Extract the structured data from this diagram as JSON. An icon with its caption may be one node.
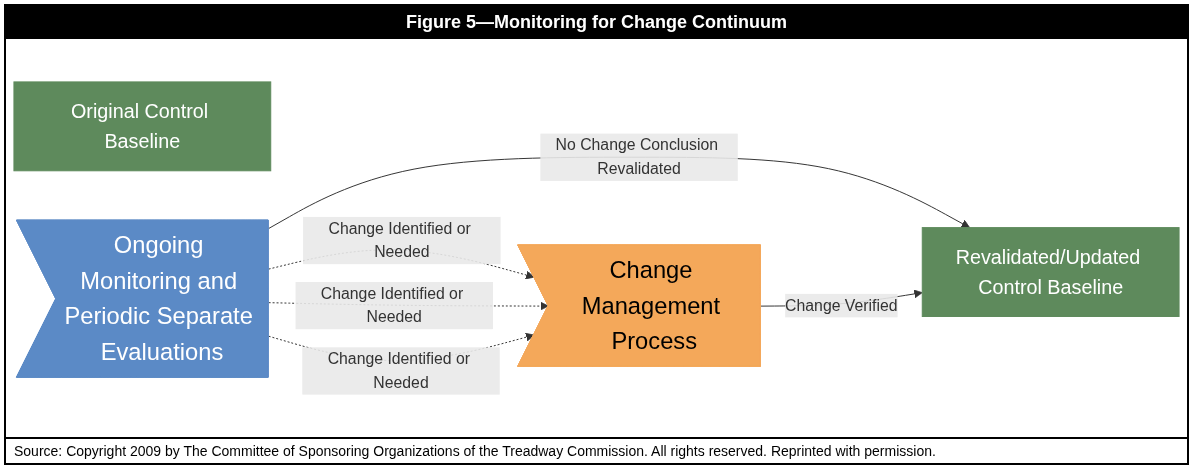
{
  "diagram": {
    "title": "Figure 5—Monitoring for Change Continuum",
    "caption": "Source:  Copyright 2009 by The Committee of Sponsoring Organizations of the Treadway Commission. All rights reserved. Reprinted with permission.",
    "nodes": [
      {
        "text": [
          "Original Control Baseline"
        ]
      },
      {
        "text": [
          "Ongoing Monitoring and Periodic Separate Evaluations"
        ]
      },
      {
        "text": [
          "Change Management Process"
        ]
      },
      {
        "text": [
          "Revalidated/Updated Control Baseline"
        ]
      }
    ],
    "edges": [
      {
        "from": 1,
        "to": 3,
        "arrow": "to",
        "label": "No Change Conclusion Revalidated"
      },
      {
        "from": 1,
        "to": 2,
        "arrow": "to",
        "label": "Change Identified or Needed",
        "style": "dashed"
      },
      {
        "from": 1,
        "to": 2,
        "arrow": "to",
        "label": "Change Identified or Needed",
        "style": "dashed"
      },
      {
        "from": 1,
        "to": 2,
        "arrow": "to",
        "label": "Change Identified or Needed",
        "style": "dashed"
      },
      {
        "from": 2,
        "to": 3,
        "arrow": "to",
        "label": "Change Verified"
      }
    ]
  }
}
